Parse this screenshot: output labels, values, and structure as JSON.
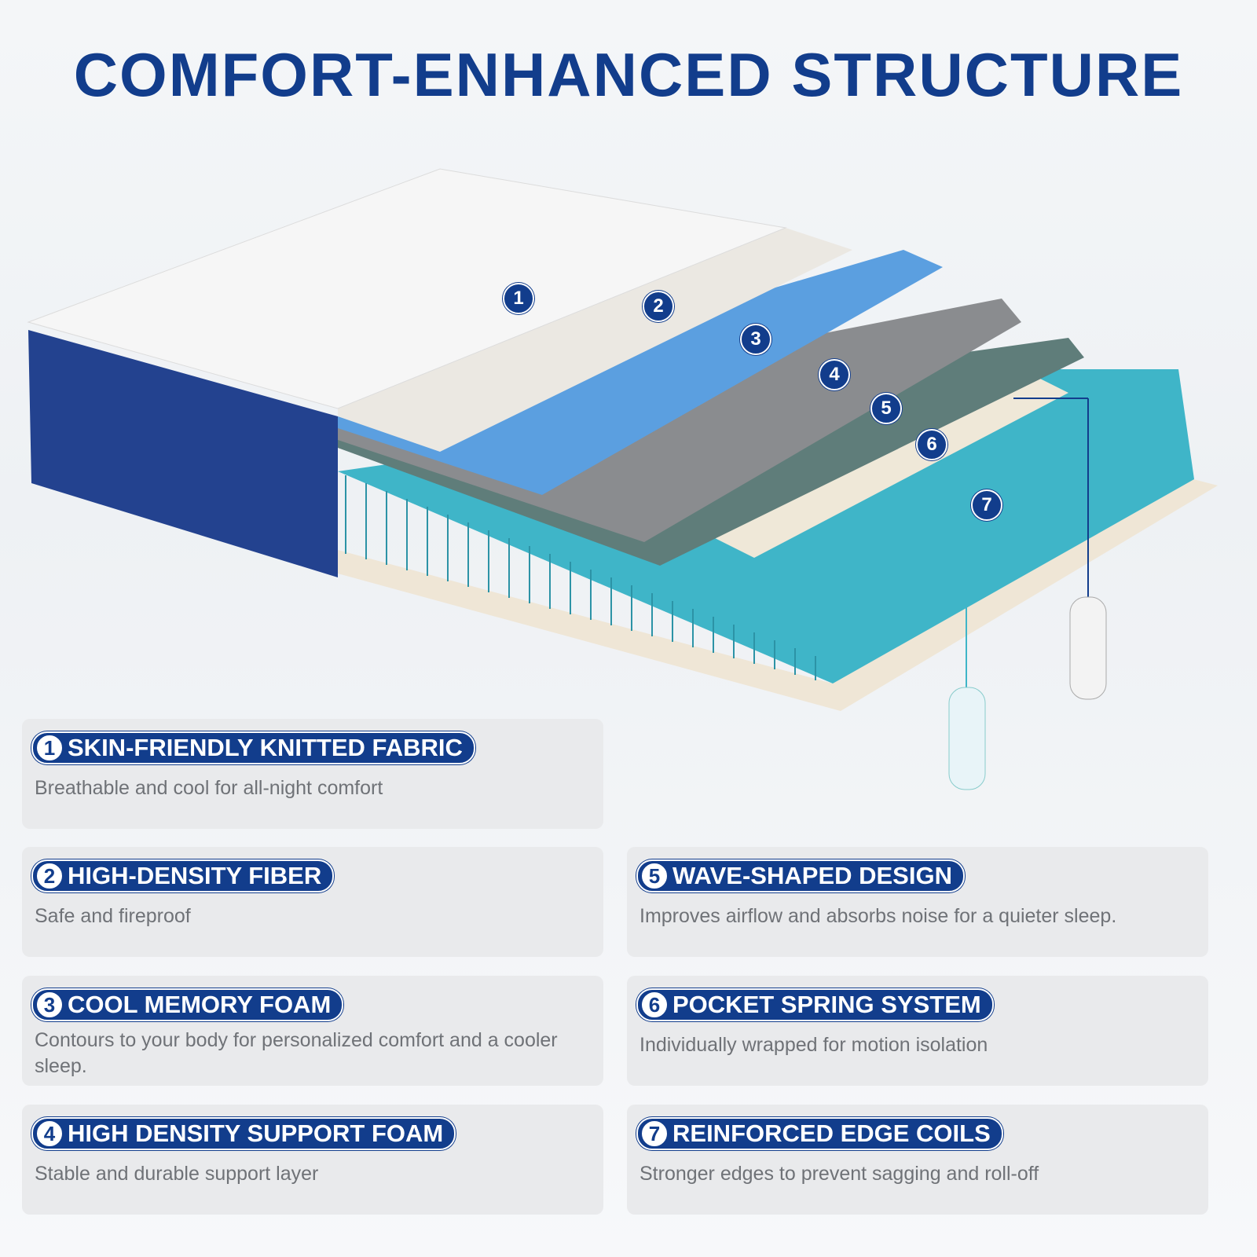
{
  "title": "COMFORT-ENHANCED STRUCTURE",
  "markers": [
    "1",
    "2",
    "3",
    "4",
    "5",
    "6",
    "7"
  ],
  "colors": {
    "brand": "#123d8c",
    "coil": "#3fb5c8",
    "memory_foam": "#5b9fe0",
    "support_foam": "#8a8c8f",
    "card": "#e9eaec"
  },
  "features": [
    {
      "num": "1",
      "title": "SKIN-FRIENDLY KNITTED FABRIC",
      "desc": "Breathable and cool for all-night comfort"
    },
    {
      "num": "2",
      "title": "HIGH-DENSITY FIBER",
      "desc": "Safe and fireproof"
    },
    {
      "num": "3",
      "title": "COOL MEMORY FOAM",
      "desc": "Contours to your body for personalized comfort and a cooler sleep."
    },
    {
      "num": "4",
      "title": "HIGH DENSITY SUPPORT FOAM",
      "desc": "Stable and durable support layer"
    },
    {
      "num": "5",
      "title": "WAVE-SHAPED DESIGN",
      "desc": "Improves airflow and absorbs noise for a quieter sleep."
    },
    {
      "num": "6",
      "title": "POCKET SPRING SYSTEM",
      "desc": "Individually wrapped for motion isolation"
    },
    {
      "num": "7",
      "title": "REINFORCED EDGE COILS",
      "desc": "Stronger edges to prevent sagging and roll-off"
    }
  ]
}
